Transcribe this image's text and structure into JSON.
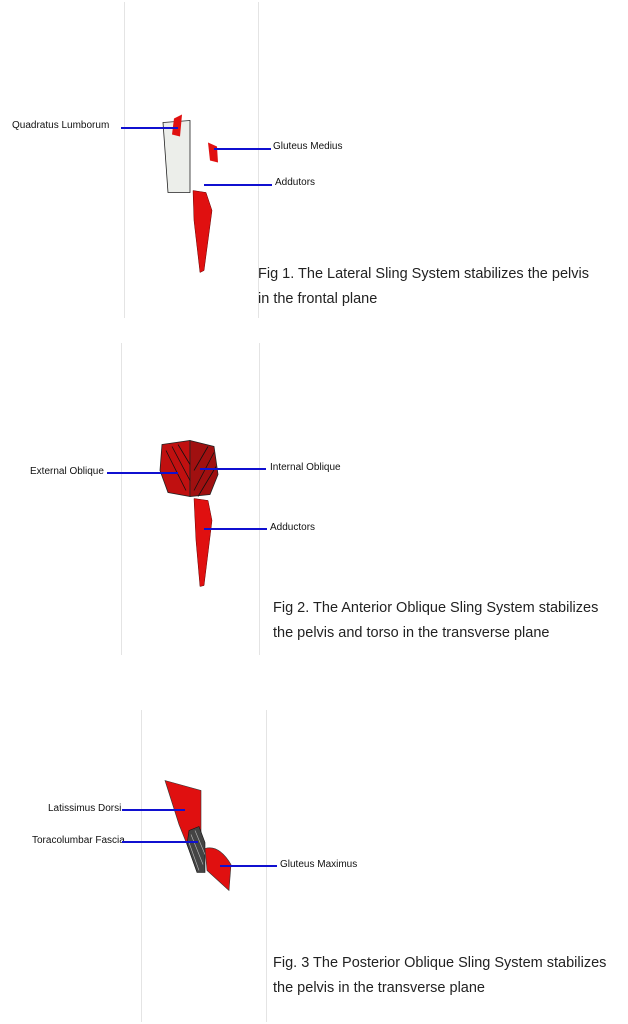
{
  "figures": [
    {
      "caption_line1": "Fig 1. The Lateral Sling System stabilizes the pelvis",
      "caption_line2": "in the frontal plane",
      "labels": [
        "Quadratus Lumborum",
        "Gluteus Medius",
        "Addutors"
      ]
    },
    {
      "caption_line1": "Fig 2. The Anterior Oblique Sling System stabilizes",
      "caption_line2": "the pelvis and torso in the transverse plane",
      "labels": [
        "External Oblique",
        "Internal Oblique",
        "Adductors"
      ]
    },
    {
      "caption_line1": "Fig. 3 The Posterior Oblique Sling System stabilizes",
      "caption_line2": "the pelvis in the transverse plane",
      "labels": [
        "Latissimus Dorsi",
        "Toracolumbar Fascia",
        "Gluteus Maximus"
      ]
    }
  ],
  "colors": {
    "muscle": "#e01010",
    "skin": "#f6d2ab",
    "leader": "#1010d0",
    "cartilage": "#3fae7a"
  }
}
